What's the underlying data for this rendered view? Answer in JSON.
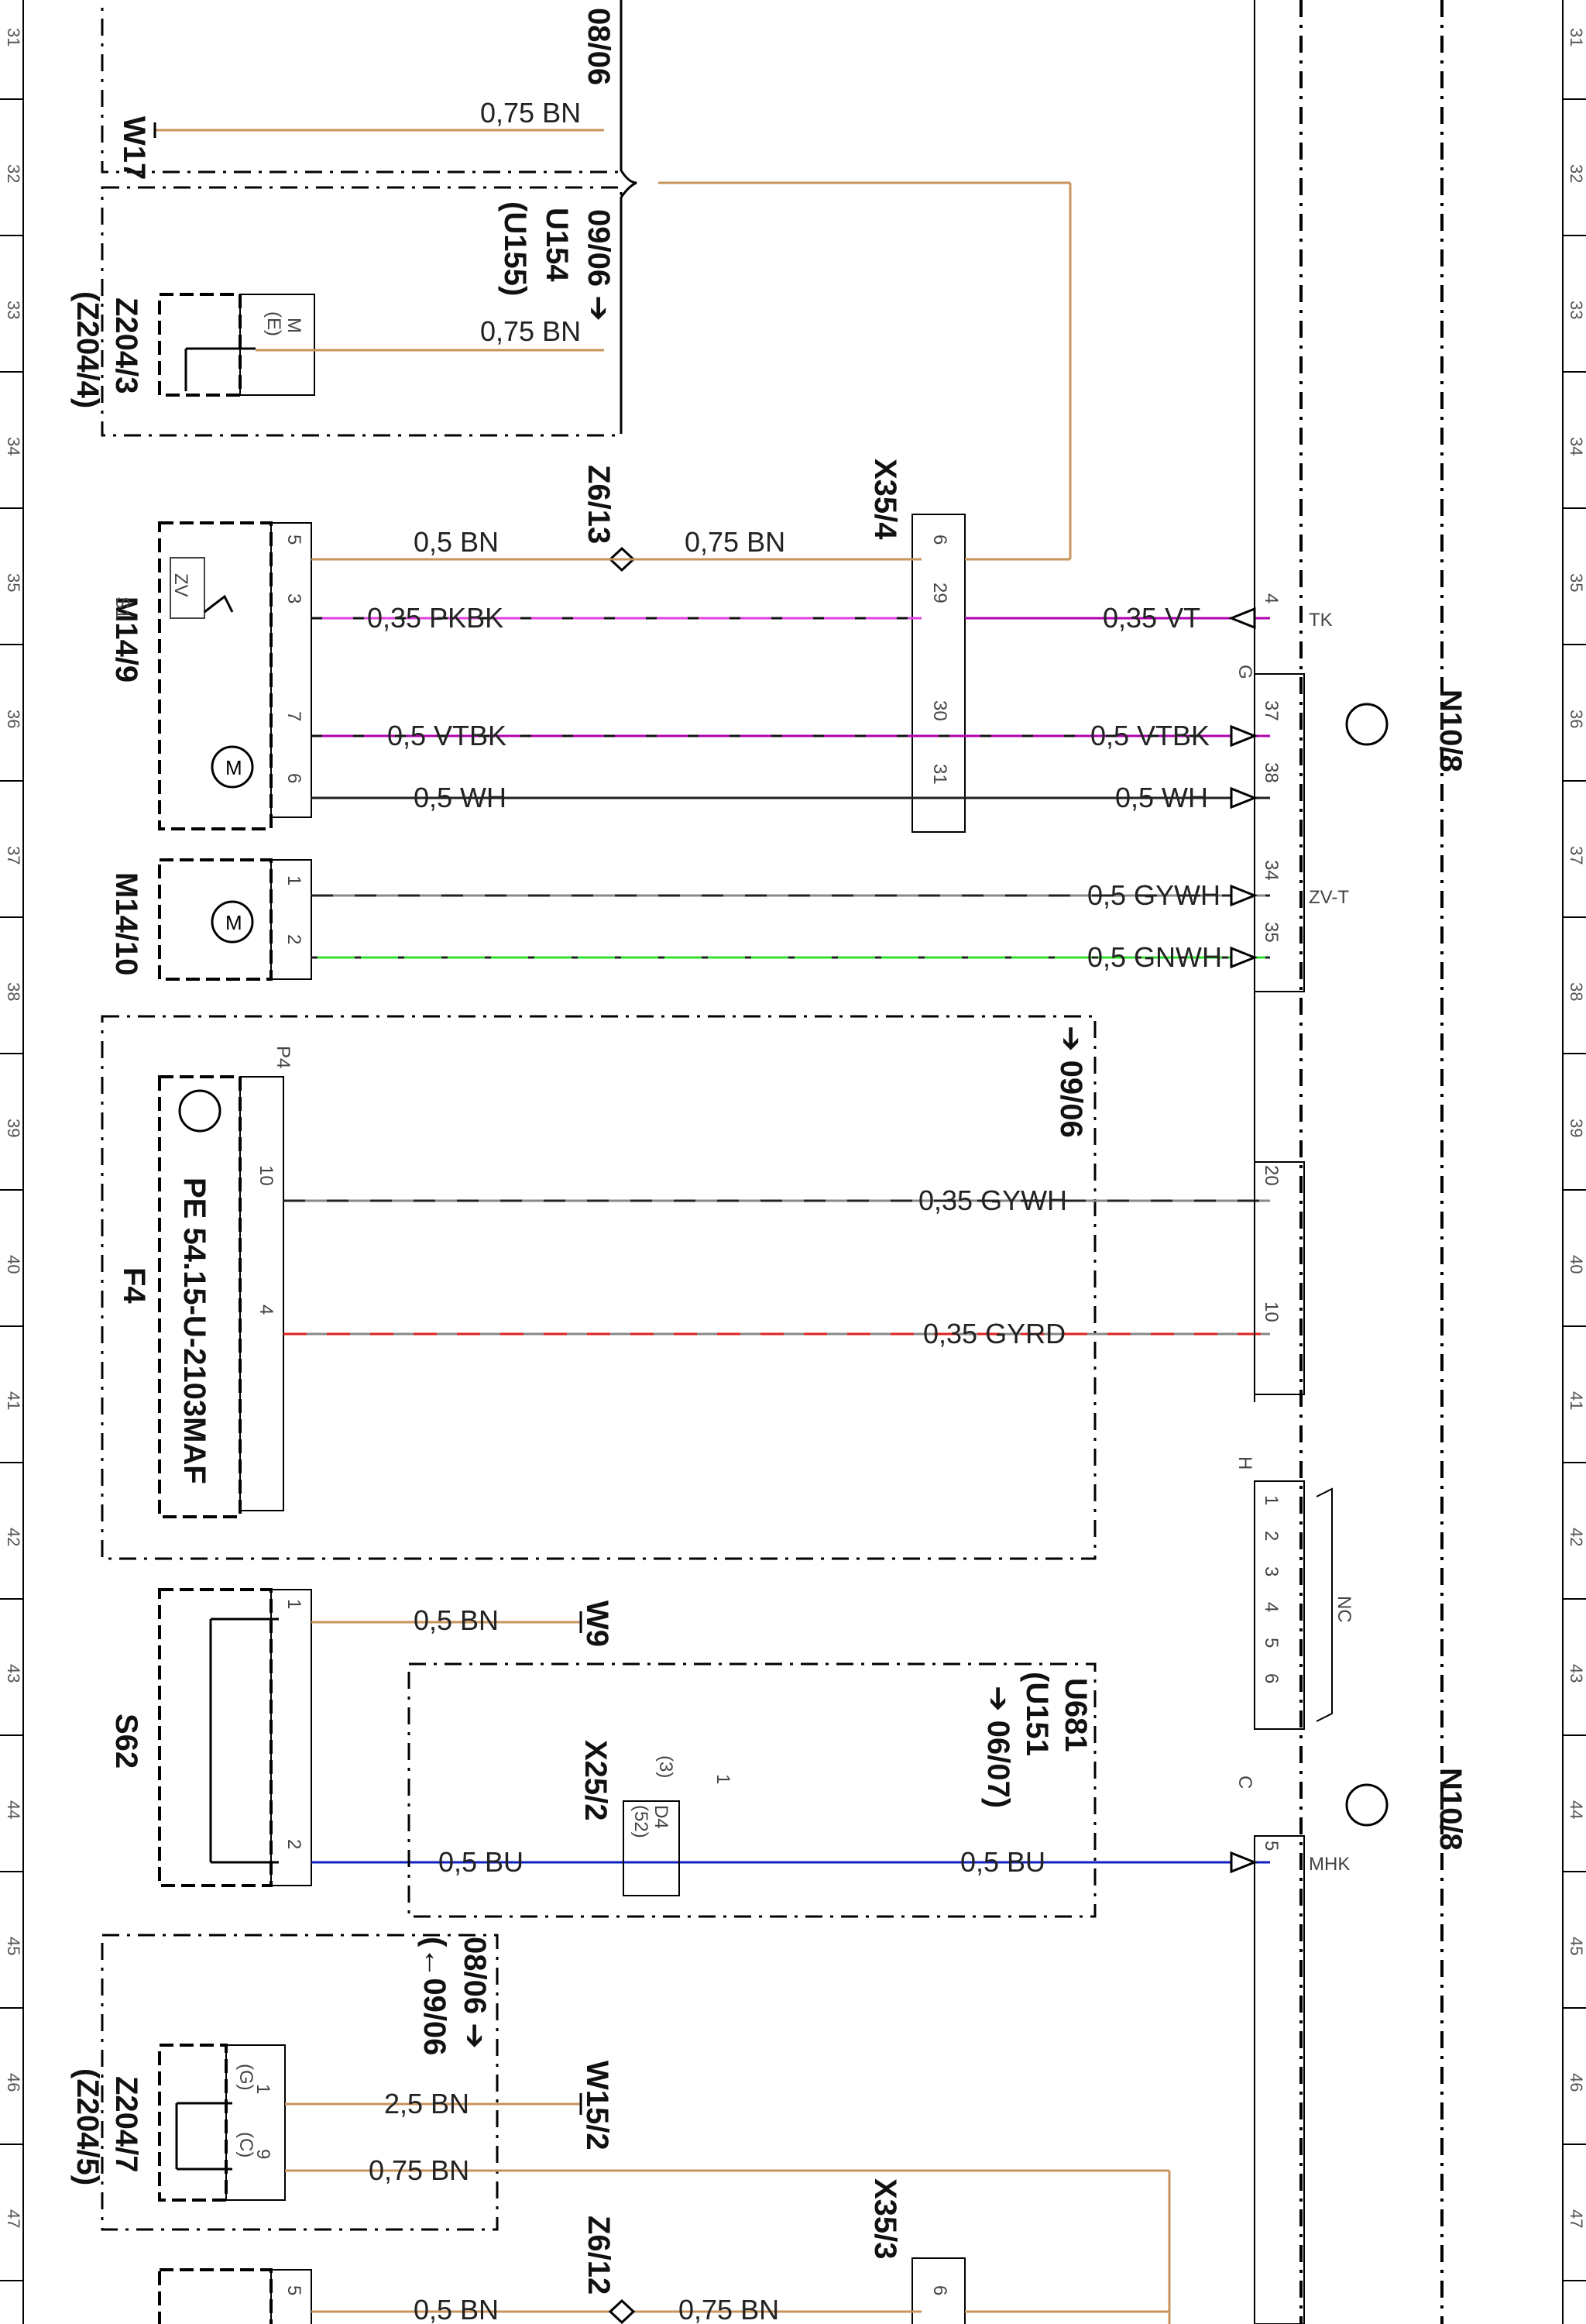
{
  "grid_numbers": [
    "31",
    "32",
    "33",
    "34",
    "35",
    "36",
    "37",
    "38",
    "39",
    "40",
    "41",
    "42",
    "43",
    "44",
    "45",
    "46",
    "47"
  ],
  "components": {
    "w17": "W17",
    "u154": "U154",
    "u155": "(U155)",
    "date_0806_top": "08/06",
    "date_0906_u154": "09/06 ➔",
    "z204_3": "Z204/3",
    "z204_4": "(Z204/4)",
    "z6_13": "Z6/13",
    "x35_4": "X35/4",
    "m14_9": "M14/9",
    "s1": "S1",
    "zv": "ZV",
    "m14_10": "M14/10",
    "n10_8_top": "N10/8",
    "n10_8_bottom": "N10/8",
    "p4": "P4",
    "f4": "F4",
    "pe_ref": "PE 54.15-U-2103MAF",
    "date_0906_p4": "➔ 09/06",
    "s62": "S62",
    "w9": "W9",
    "x25_2": "X25/2",
    "u681": "U681",
    "u151": "(U151",
    "date_u681": "➔ 06/07)",
    "w15_2": "W15/2",
    "z204_7": "Z204/7",
    "z204_5": "(Z204/5)",
    "date_0806_bottom": "08/06 ➔",
    "date_0906_bottom": "(←09/06",
    "z6_12": "Z6/12",
    "x35_3": "X35/3",
    "conn_g": "G",
    "conn_h": "H",
    "conn_c": "C",
    "nc": "NC",
    "tk": "TK",
    "zv_t": "ZV-T",
    "mhk": "MHK",
    "m_e": "M",
    "e_paren": "(E)",
    "g_paren": "(G)",
    "c_paren": "(C)",
    "three_paren": "(3)",
    "fiftytwo_paren": "(52)",
    "d4": "D4",
    "one": "1"
  },
  "wires": {
    "w17": "0,75 BN",
    "z204_3": "0,75 BN",
    "m14_9_5": "0,5 BN",
    "x35_4_6": "0,75 BN",
    "pkbk": "0,35 PKBK",
    "vt": "0,35 VT",
    "vtbk_l": "0,5 VTBK",
    "vtbk_r": "0,5 VTBK",
    "wh_l": "0,5 WH",
    "wh_r": "0,5 WH",
    "gywh": "0,5 GYWH",
    "gnwh": "0,5 GNWH",
    "gywh_p4": "0,35 GYWH",
    "gyrd_p4": "0,35 GYRD",
    "s62_bn": "0,5 BN",
    "s62_bu": "0,5 BU",
    "u681_bu": "0,5 BU",
    "z204_7_25": "2,5 BN",
    "z204_7_075": "0,75 BN",
    "bot_05bn": "0,5 BN",
    "bot_075bn": "0,75 BN"
  },
  "pins": {
    "m14_9": [
      "5",
      "3",
      "7",
      "6"
    ],
    "x35_4": [
      "6",
      "29",
      "30",
      "31"
    ],
    "n10_g": [
      "4",
      "37",
      "38",
      "34",
      "35"
    ],
    "m14_10": [
      "1",
      "2"
    ],
    "p4": [
      "10",
      "4"
    ],
    "n10_p4": [
      "20",
      "10"
    ],
    "h": [
      "1",
      "2",
      "3",
      "4",
      "5",
      "6"
    ],
    "s62": [
      "1",
      "2"
    ],
    "n10_c": [
      "5"
    ],
    "z204_7": [
      "1",
      "9"
    ],
    "x35_3": [
      "6"
    ],
    "bottom": [
      "5"
    ]
  },
  "colors": {
    "BN": "#c8945c",
    "PK": "#e040e0",
    "VT": "#b000b0",
    "WH": "#222222",
    "GY": "#888888",
    "GN": "#30e030",
    "RD": "#e02020",
    "BU": "#1020c0"
  }
}
